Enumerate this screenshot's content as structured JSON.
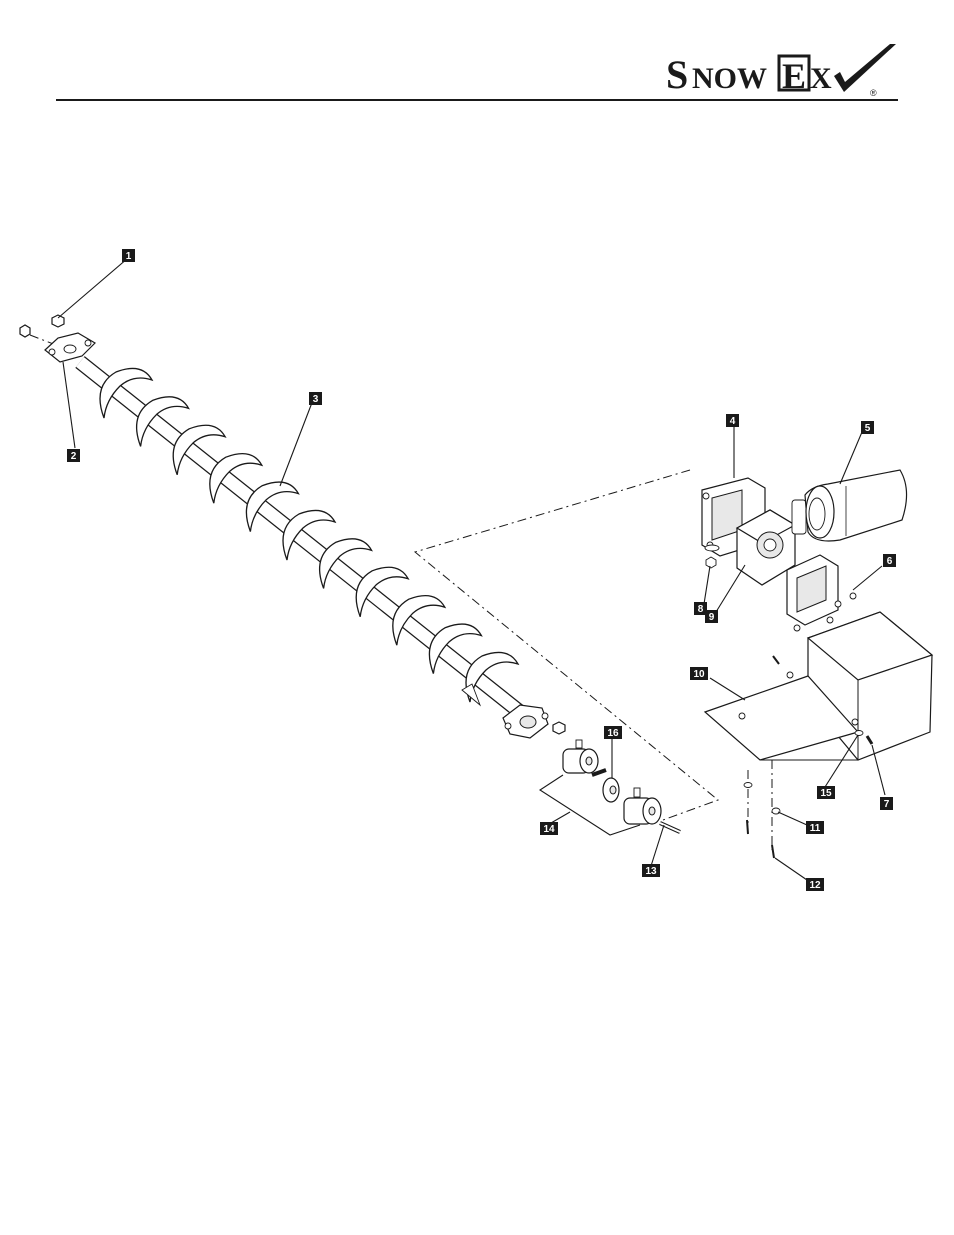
{
  "brand": {
    "name": "SnowEx",
    "letters_prefix": "Snow",
    "letters_box": "E",
    "letters_suffix": "x",
    "registered": "®",
    "icon": "checkmark-swoosh-icon"
  },
  "diagram": {
    "callouts": [
      {
        "id": "1",
        "label": "1"
      },
      {
        "id": "2",
        "label": "2"
      },
      {
        "id": "3",
        "label": "3"
      },
      {
        "id": "4",
        "label": "4"
      },
      {
        "id": "5",
        "label": "5"
      },
      {
        "id": "6",
        "label": "6"
      },
      {
        "id": "7",
        "label": "7"
      },
      {
        "id": "8",
        "label": "8"
      },
      {
        "id": "9",
        "label": "9"
      },
      {
        "id": "10",
        "label": "10"
      },
      {
        "id": "11",
        "label": "11"
      },
      {
        "id": "12",
        "label": "12"
      },
      {
        "id": "13",
        "label": "13"
      },
      {
        "id": "14",
        "label": "14"
      },
      {
        "id": "15",
        "label": "15"
      },
      {
        "id": "16",
        "label": "16"
      }
    ]
  }
}
